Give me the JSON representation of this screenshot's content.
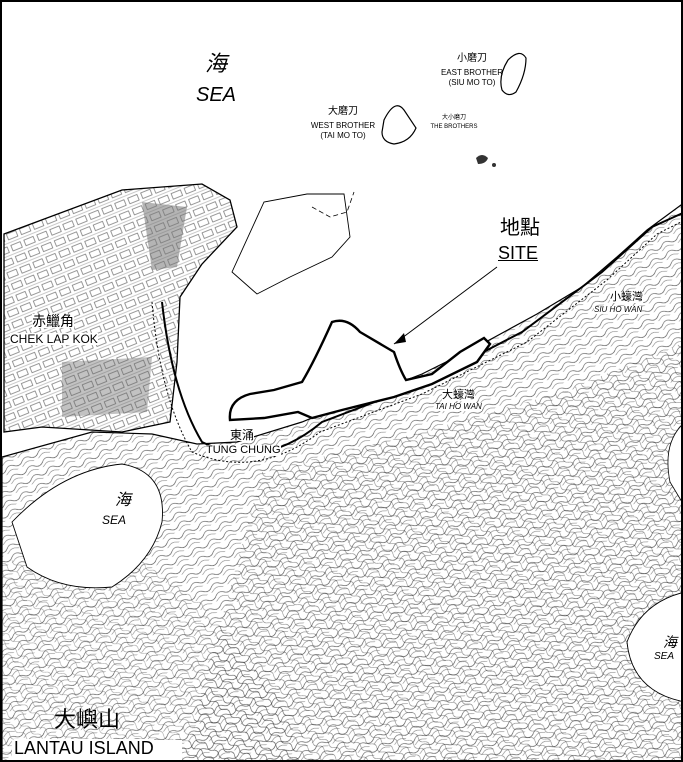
{
  "colors": {
    "ink": "#000000",
    "paper": "#ffffff",
    "contour": "#3a3a3a",
    "airport": "#555555"
  },
  "labels": {
    "sea_top_zh": "海",
    "sea_top_en": "SEA",
    "east_brother_zh": "小磨刀",
    "east_brother_en": "EAST BROTHER",
    "east_brother_alt": "(SIU MO TO)",
    "west_brother_zh": "大磨刀",
    "west_brother_en": "WEST BROTHER",
    "west_brother_alt": "(TAI MO TO)",
    "the_brothers_zh": "大小磨刀",
    "the_brothers_en": "THE BROTHERS",
    "site_zh": "地點",
    "site_en": "SITE",
    "chek_lap_kok_zh": "赤鱲角",
    "chek_lap_kok_en": "CHEK LAP KOK",
    "tung_chung_zh": "東涌",
    "tung_chung_en": "TUNG CHUNG",
    "siu_ho_wan_zh": "小蠔灣",
    "siu_ho_wan_en": "SIU HO WAN",
    "tai_ho_wan_zh": "大蠔灣",
    "tai_ho_wan_en": "TAI HO WAN",
    "sea_left_zh": "海",
    "sea_left_en": "SEA",
    "sea_right_zh": "海",
    "sea_right_en": "SEA",
    "lantau_zh": "大嶼山",
    "lantau_en": "LANTAU ISLAND"
  }
}
